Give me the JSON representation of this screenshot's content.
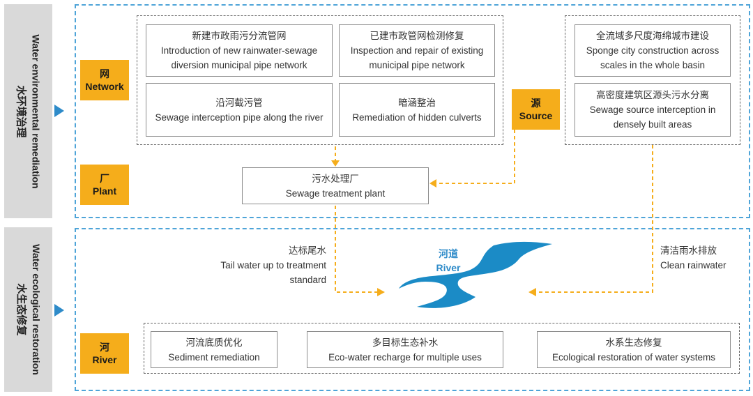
{
  "sections": {
    "top": {
      "zh": "水环境治理",
      "en": "Water environmental remediation"
    },
    "bottom": {
      "zh": "水生态修复",
      "en": "Water ecological restoration"
    }
  },
  "tags": {
    "network": {
      "zh": "网",
      "en": "Network"
    },
    "plant": {
      "zh": "厂",
      "en": "Plant"
    },
    "source": {
      "zh": "源",
      "en": "Source"
    },
    "river": {
      "zh": "河",
      "en": "River"
    }
  },
  "network_boxes": [
    {
      "zh": "新建市政雨污分流管网",
      "en": "Introduction of new rainwater-sewage diversion municipal pipe network"
    },
    {
      "zh": "已建市政管网检测修复",
      "en": "Inspection and repair of existing municipal pipe network"
    },
    {
      "zh": "沿河截污管",
      "en": "Sewage interception pipe along the river"
    },
    {
      "zh": "暗涵整治",
      "en": "Remediation of hidden culverts"
    }
  ],
  "source_boxes": [
    {
      "zh": "全流域多尺度海绵城市建设",
      "en": "Sponge city construction across scales in the whole basin"
    },
    {
      "zh": "高密度建筑区源头污水分离",
      "en": "Sewage source interception in densely built areas"
    }
  ],
  "plant_box": {
    "zh": "污水处理厂",
    "en": "Sewage treatment plant"
  },
  "river_center": {
    "zh": "河道",
    "en": "River"
  },
  "tail_water": {
    "zh": "达标尾水",
    "en": "Tail water up to treatment standard"
  },
  "clean_rain": {
    "zh": "清洁雨水排放",
    "en": "Clean rainwater"
  },
  "river_boxes": [
    {
      "zh": "河流底质优化",
      "en": "Sediment remediation"
    },
    {
      "zh": "多目标生态补水",
      "en": "Eco-water recharge for multiple uses"
    },
    {
      "zh": "水系生态修复",
      "en": "Ecological restoration of water systems"
    }
  ],
  "colors": {
    "accent_orange": "#f5ad1b",
    "flow_arrow": "#f5ad1b",
    "panel_border": "#4ea4d8",
    "river_blue": "#1b8bc6",
    "side_bar": "#d9d9d9"
  }
}
